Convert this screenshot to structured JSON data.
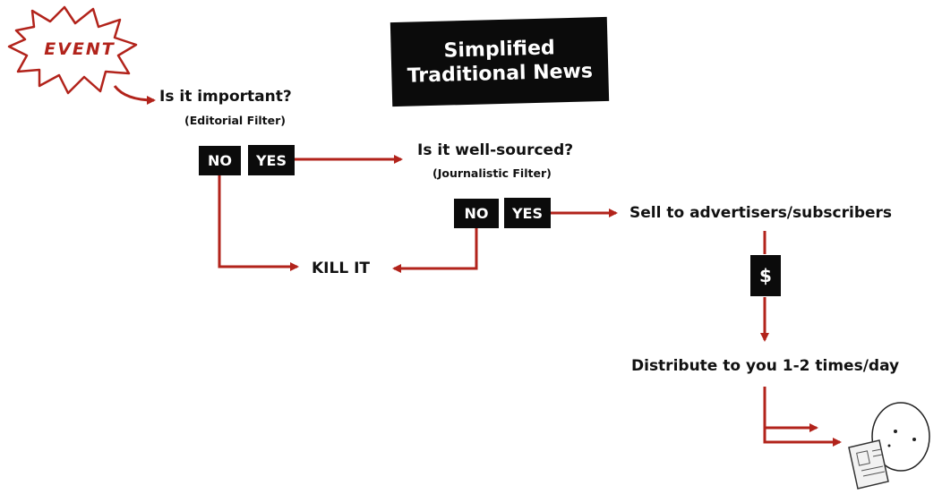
{
  "title": {
    "line1": "Simplified",
    "line2": "Traditional News"
  },
  "nodes": {
    "event": "EVENT",
    "q1": "Is it important?",
    "q1_sub": "(Editorial Filter)",
    "q2": "Is it well-sourced?",
    "q2_sub": "(Journalistic Filter)",
    "no": "NO",
    "yes": "YES",
    "kill": "KILL IT",
    "sell": "Sell to advertisers/subscribers",
    "dollar": "$",
    "distribute": "Distribute to you 1-2 times/day"
  },
  "colors": {
    "arrow": "#b2231b",
    "box": "#0b0b0b",
    "text": "#111111"
  }
}
